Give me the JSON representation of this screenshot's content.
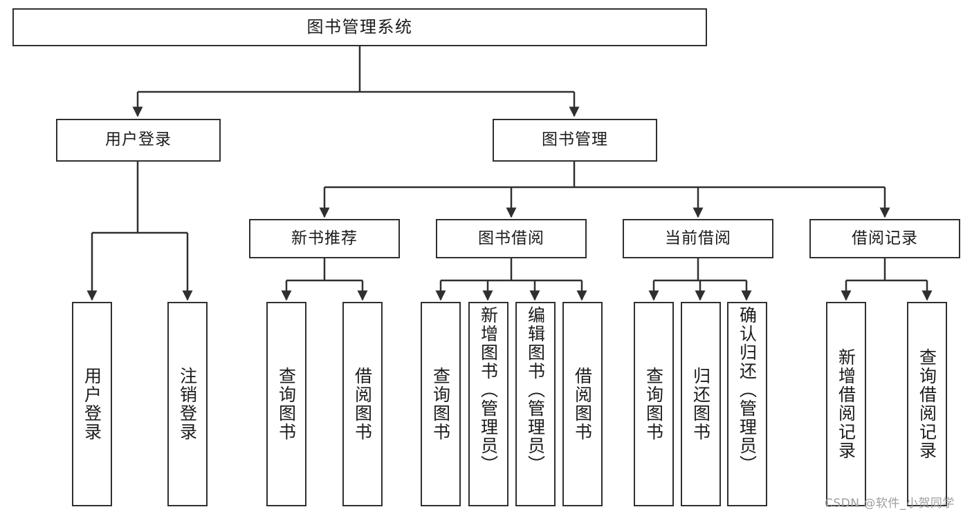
{
  "diagram": {
    "title": "图书管理系统",
    "type": "functional-structure-tree",
    "watermark": "CSDN @软件_小贺同学",
    "colors": {
      "background": "#ffffff",
      "node_border": "#2f2f2f",
      "node_fill": "#ffffff",
      "text": "#1b1b1b",
      "edge": "#2f2f2f",
      "watermark": "#9d9d9d"
    },
    "levels": {
      "root": [
        "图书管理系统"
      ],
      "level2": [
        "用户登录",
        "图书管理"
      ],
      "level3": [
        "新书推荐",
        "图书借阅",
        "当前借阅",
        "借阅记录"
      ]
    },
    "nodes": {
      "root": {
        "label": "图书管理系统",
        "orientation": "horizontal"
      },
      "user_login": {
        "label": "用户登录",
        "orientation": "horizontal"
      },
      "book_manage": {
        "label": "图书管理",
        "orientation": "horizontal"
      },
      "new_book_rec": {
        "label": "新书推荐",
        "orientation": "horizontal"
      },
      "book_borrow": {
        "label": "图书借阅",
        "orientation": "horizontal"
      },
      "current_borrow": {
        "label": "当前借阅",
        "orientation": "horizontal"
      },
      "borrow_record": {
        "label": "借阅记录",
        "orientation": "horizontal"
      },
      "leaf_user_login": {
        "label": "用户登录",
        "orientation": "vertical"
      },
      "leaf_logout": {
        "label": "注销登录",
        "orientation": "vertical"
      },
      "leaf_rec_query": {
        "label": "查询图书",
        "orientation": "vertical"
      },
      "leaf_rec_borrow": {
        "label": "借阅图书",
        "orientation": "vertical"
      },
      "leaf_borrow_query": {
        "label": "查询图书",
        "orientation": "vertical"
      },
      "leaf_borrow_add": {
        "label": "新增图书（管理员）",
        "orientation": "vertical"
      },
      "leaf_borrow_edit": {
        "label": "编辑图书（管理员）",
        "orientation": "vertical"
      },
      "leaf_borrow_do": {
        "label": "借阅图书",
        "orientation": "vertical"
      },
      "leaf_cur_query": {
        "label": "查询图书",
        "orientation": "vertical"
      },
      "leaf_cur_return": {
        "label": "归还图书",
        "orientation": "vertical"
      },
      "leaf_cur_confirm": {
        "label": "确认归还（管理员）",
        "orientation": "vertical"
      },
      "leaf_rec_add": {
        "label": "新增借阅记录",
        "orientation": "vertical"
      },
      "leaf_rec_search": {
        "label": "查询借阅记录",
        "orientation": "vertical"
      }
    }
  }
}
